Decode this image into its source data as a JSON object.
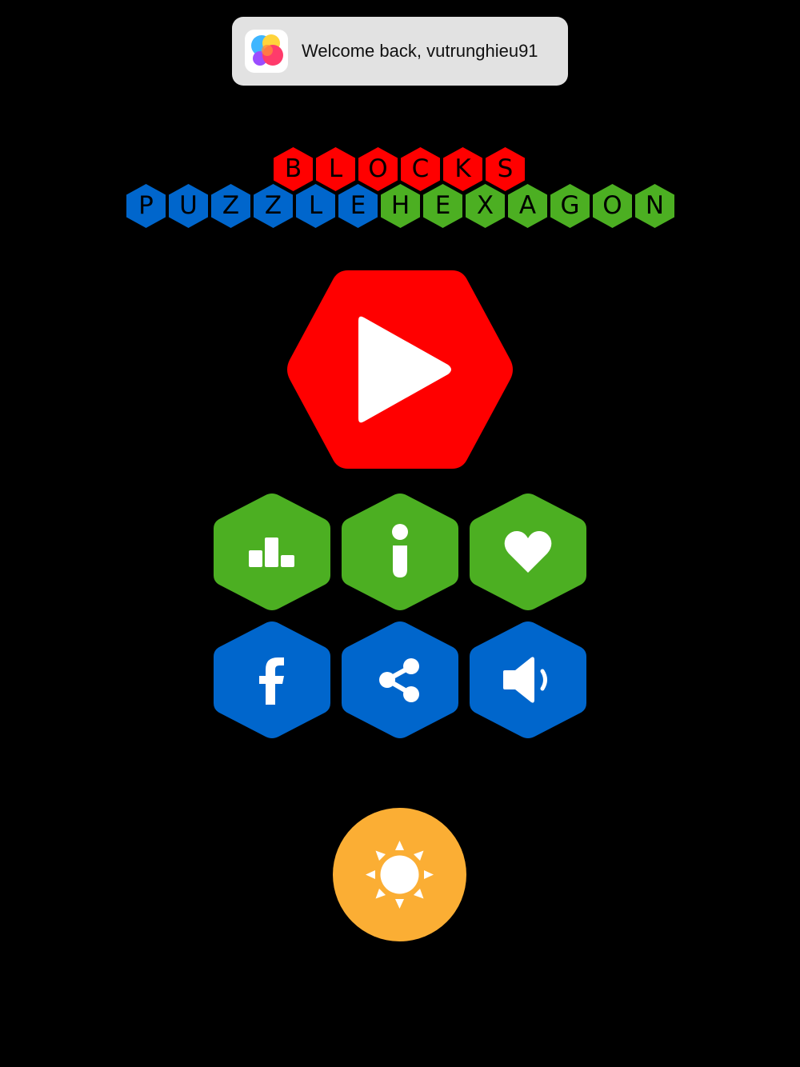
{
  "banner": {
    "message": "Welcome back, vutrunghieu91",
    "icon": "game-center-icon"
  },
  "logo": {
    "row1": [
      "B",
      "L",
      "O",
      "C",
      "K",
      "S"
    ],
    "row2": [
      "P",
      "U",
      "Z",
      "Z",
      "L",
      "E",
      "H",
      "E",
      "X",
      "A",
      "G",
      "O",
      "N"
    ],
    "colors": {
      "blocks": "#ff0000",
      "puzzle": "#0066cc",
      "hexagon": "#4caf22"
    }
  },
  "menu": {
    "play": {
      "icon": "play-icon",
      "color": "#ff0000"
    },
    "row_green": [
      {
        "icon": "leaderboard-icon",
        "color": "#4caf22"
      },
      {
        "icon": "info-icon",
        "color": "#4caf22"
      },
      {
        "icon": "heart-icon",
        "color": "#4caf22"
      }
    ],
    "row_blue": [
      {
        "icon": "facebook-icon",
        "color": "#0066cc"
      },
      {
        "icon": "share-icon",
        "color": "#0066cc"
      },
      {
        "icon": "sound-icon",
        "color": "#0066cc"
      }
    ],
    "theme": {
      "icon": "sun-icon",
      "color": "#fbae34"
    }
  }
}
